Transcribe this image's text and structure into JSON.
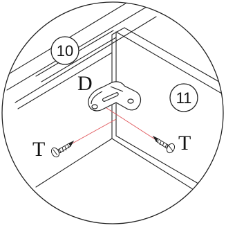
{
  "diagram": {
    "part_labels": [
      "10",
      "11"
    ],
    "component_label": "D",
    "screw_label_left": "T",
    "screw_label_right": "T"
  },
  "colors": {
    "line": "#222222",
    "guide": "#e0555a",
    "background": "#ffffff"
  }
}
